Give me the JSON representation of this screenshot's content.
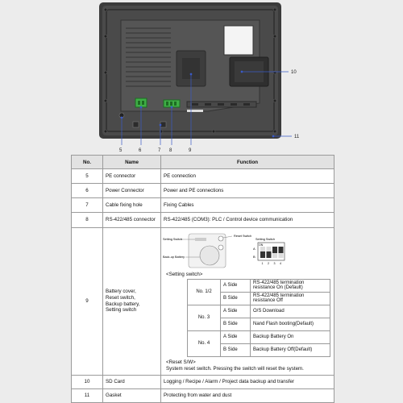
{
  "callouts": [
    "5",
    "6",
    "7",
    "8",
    "9",
    "10",
    "11"
  ],
  "table": {
    "headers": [
      "No.",
      "Name",
      "Function"
    ],
    "rows": [
      {
        "no": "5",
        "name": "PE connector",
        "function": "PE connection"
      },
      {
        "no": "6",
        "name": "Power Connector",
        "function": "Power and PE connections"
      },
      {
        "no": "7",
        "name": "Cable fixing hole",
        "function": "Fixing Cables"
      },
      {
        "no": "8",
        "name": "RS-422/485 connector",
        "function": "RS-422/485 (COM3): PLC / Control device communication"
      }
    ],
    "row9": {
      "no": "9",
      "name_lines": [
        "Battery cover,",
        "Reset switch,",
        "Backup battery,",
        "Setting switch"
      ],
      "diagram": {
        "setting_switch_label": "Setting Switch",
        "reset_switch_label": "Reset Switch",
        "backup_battery_label": "Back-up Battery",
        "switch_caption": "Setting Switch",
        "on_label": "ON",
        "a_label": "A",
        "b_label": "B",
        "pins": [
          "1",
          "2",
          "3",
          "4"
        ]
      },
      "setting_switch_title": "<Setting switch>",
      "settings": [
        {
          "group": "No. 1/2",
          "entries": [
            {
              "side": "A Side",
              "desc": "RS-422/485 termination resistance On (Default)"
            },
            {
              "side": "B Side",
              "desc": "RS-422/485 termination resistance Off"
            }
          ]
        },
        {
          "group": "No. 3",
          "entries": [
            {
              "side": "A Side",
              "desc": "O/S Download"
            },
            {
              "side": "B Side",
              "desc": "Nand Flash booting(Default)"
            }
          ]
        },
        {
          "group": "No. 4",
          "entries": [
            {
              "side": "A Side",
              "desc": "Backup Battery On"
            },
            {
              "side": "B Side",
              "desc": "Backup Battery Off(Default)"
            }
          ]
        }
      ],
      "reset_title": "<Reset S/W>",
      "reset_desc": "System reset switch. Pressing the switch will reset the system."
    },
    "rows_after": [
      {
        "no": "10",
        "name": "SD Card",
        "function": "Logging / Recipe / Alarm / Project data backup and transfer"
      },
      {
        "no": "11",
        "name": "Gasket",
        "function": "Protecting from water and dust"
      }
    ]
  }
}
